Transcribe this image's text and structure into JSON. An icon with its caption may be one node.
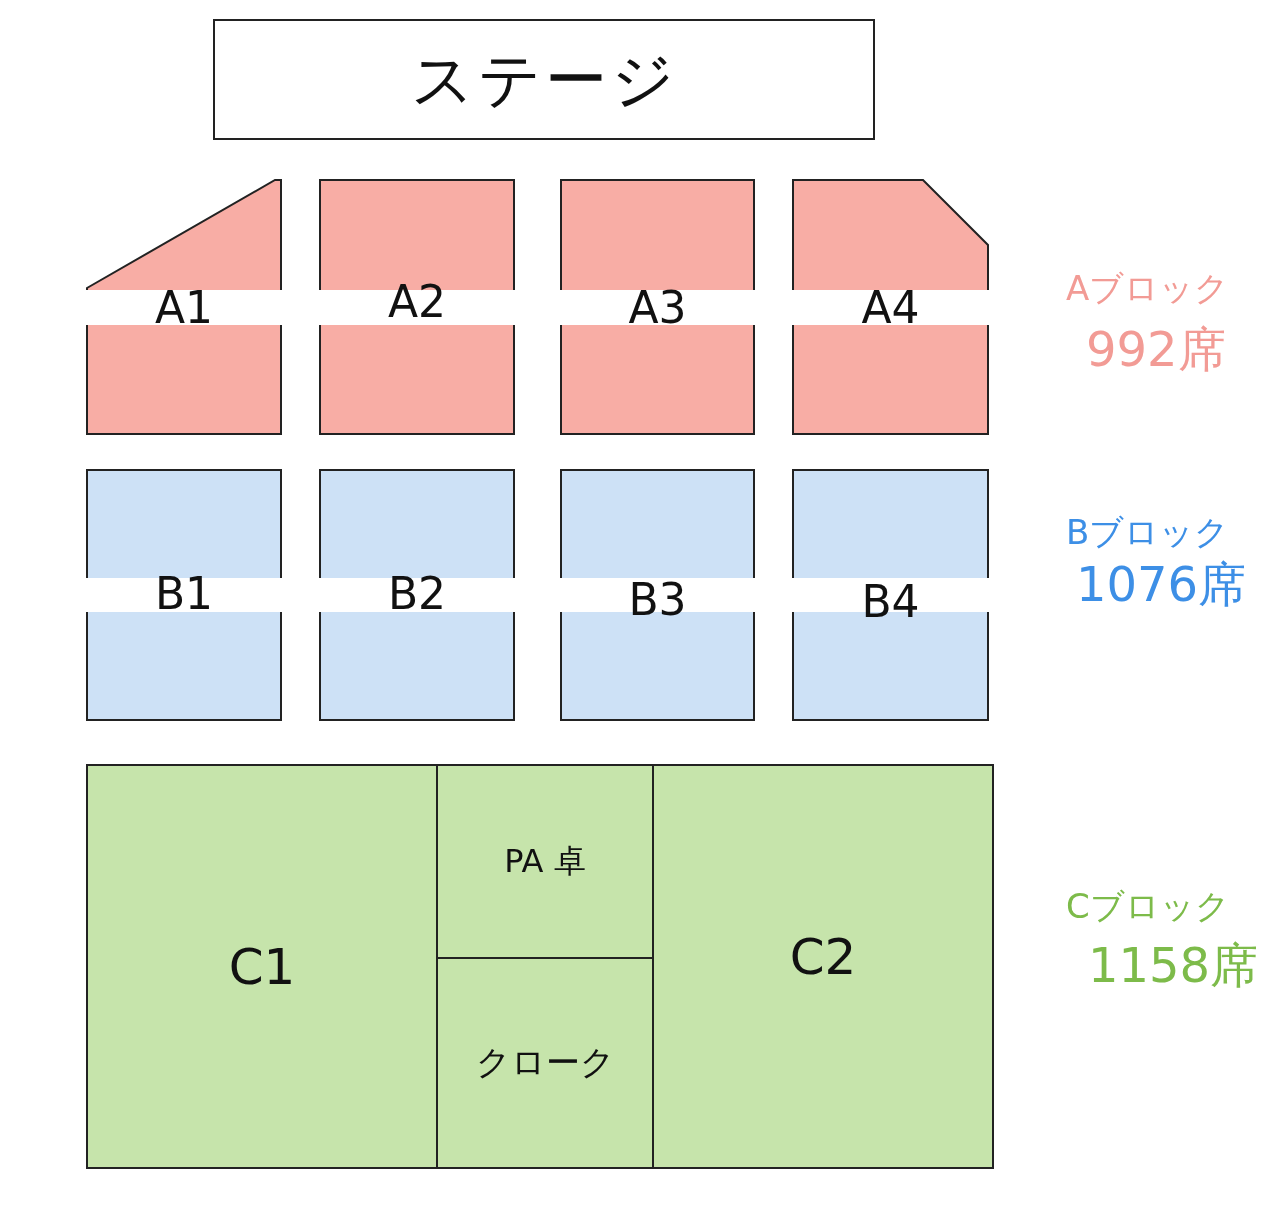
{
  "diagram": {
    "nodes": [
      {
        "text": [
          "ステージ"
        ]
      },
      {
        "text": [
          "A1"
        ]
      },
      {
        "text": [
          "A2"
        ]
      },
      {
        "text": [
          "A3"
        ]
      },
      {
        "text": [
          "A4"
        ]
      },
      {
        "text": [
          "B1"
        ]
      },
      {
        "text": [
          "B2"
        ]
      },
      {
        "text": [
          "B3"
        ]
      },
      {
        "text": [
          "B4"
        ]
      },
      {
        "text": [
          "C1"
        ]
      },
      {
        "text": [
          "PA 卓"
        ]
      },
      {
        "text": [
          "クローク"
        ]
      },
      {
        "text": [
          "C2"
        ]
      }
    ],
    "labels": [
      "Aブロック",
      "992席",
      "Bブロック",
      "1076席",
      "Cブロック",
      "1158席"
    ]
  }
}
